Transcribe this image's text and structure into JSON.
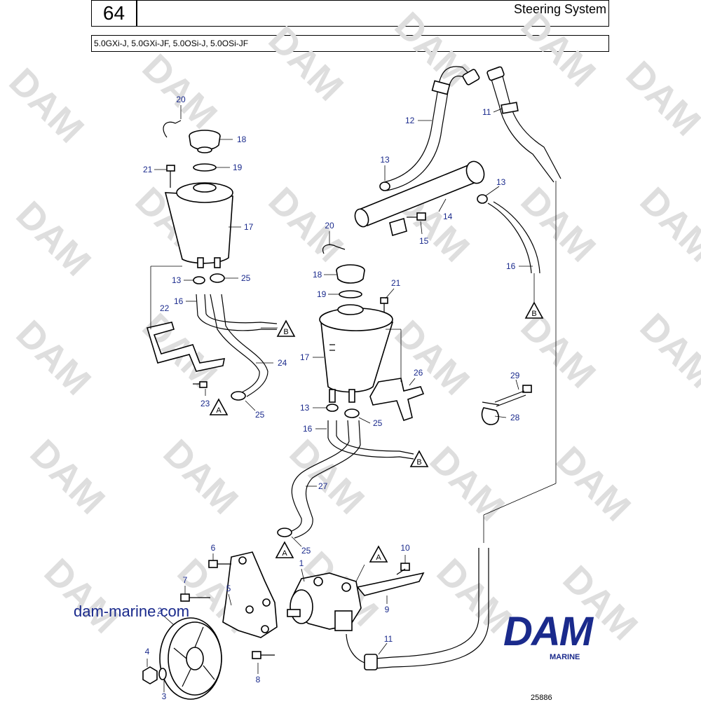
{
  "header": {
    "page_number": "64",
    "title": "Steering System",
    "models": "5.0GXi-J, 5.0GXi-JF, 5.0OSi-J, 5.0OSi-JF"
  },
  "watermark": {
    "text": "DAM"
  },
  "callouts": {
    "c1": "1",
    "c2": "2",
    "c3": "3",
    "c4": "4",
    "c5": "5",
    "c6": "6",
    "c7": "7",
    "c8": "8",
    "c9": "9",
    "c10": "10",
    "c11a": "11",
    "c11b": "11",
    "c12": "12",
    "c13a": "13",
    "c13b": "13",
    "c13c": "13",
    "c13d": "13",
    "c14": "14",
    "c15": "15",
    "c16a": "16",
    "c16b": "16",
    "c16c": "16",
    "c17a": "17",
    "c17b": "17",
    "c18a": "18",
    "c18b": "18",
    "c19a": "19",
    "c19b": "19",
    "c20a": "20",
    "c20b": "20",
    "c21a": "21",
    "c21b": "21",
    "c22": "22",
    "c23": "23",
    "c24": "24",
    "c25a": "25",
    "c25b": "25",
    "c25c": "25",
    "c25d": "25",
    "c26": "26",
    "c27": "27",
    "c28": "28",
    "c29": "29"
  },
  "connection_markers": {
    "a1": "A",
    "a2": "A",
    "a3": "A",
    "b1": "B",
    "b2": "B",
    "b3": "B"
  },
  "website": "dam-marine.com",
  "logo": {
    "text": "DAM",
    "subtext": "MARINE"
  },
  "drawing_number": "25886",
  "colors": {
    "callout": "#1a2a8c",
    "logo": "#1a2a8c",
    "watermark": "#dedede"
  }
}
